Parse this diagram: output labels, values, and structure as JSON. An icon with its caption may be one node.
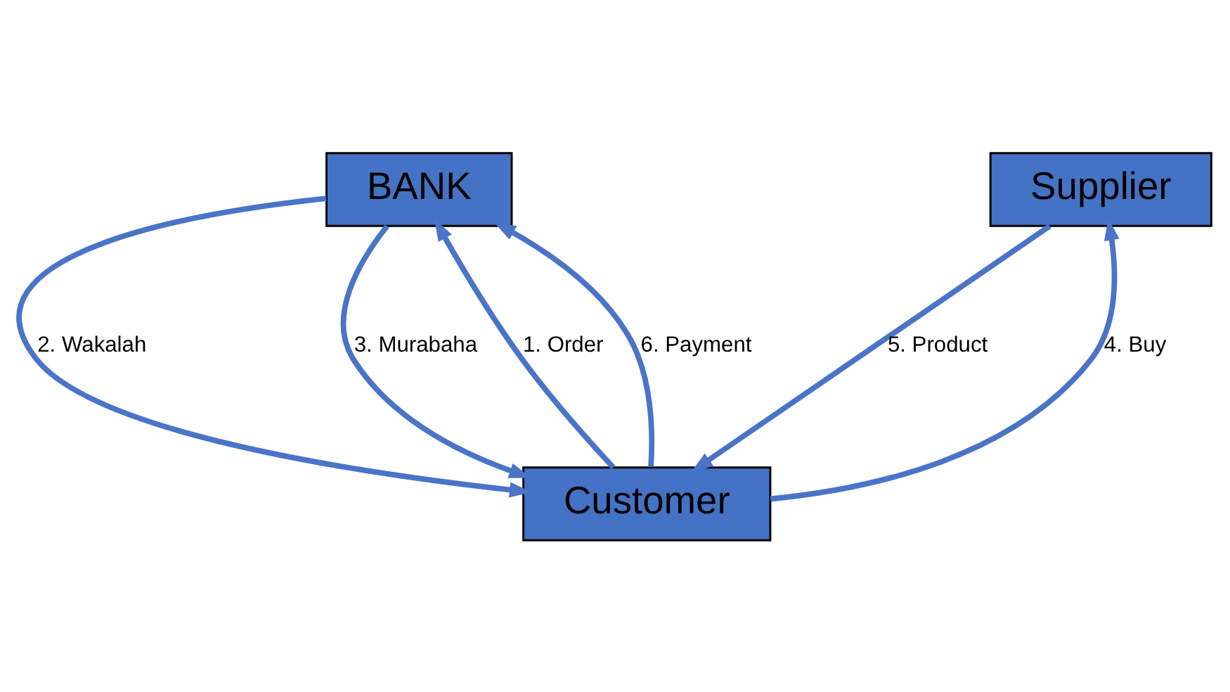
{
  "diagram": {
    "nodes": [
      {
        "text": [
          "BANK"
        ]
      },
      {
        "text": [
          "Supplier"
        ]
      },
      {
        "text": [
          "Customer"
        ]
      }
    ],
    "edges": [
      {
        "from": 2,
        "to": 0,
        "arrow": "to",
        "label": "1. Order"
      },
      {
        "from": 0,
        "to": 2,
        "arrow": "to",
        "label": "2. Wakalah"
      },
      {
        "from": 0,
        "to": 2,
        "arrow": "to",
        "label": "3. Murabaha"
      },
      {
        "from": 2,
        "to": 1,
        "arrow": "to",
        "label": "4. Buy"
      },
      {
        "from": 1,
        "to": 2,
        "arrow": "to",
        "label": "5. Product"
      },
      {
        "from": 2,
        "to": 0,
        "arrow": "to",
        "label": "6. Payment"
      }
    ]
  }
}
